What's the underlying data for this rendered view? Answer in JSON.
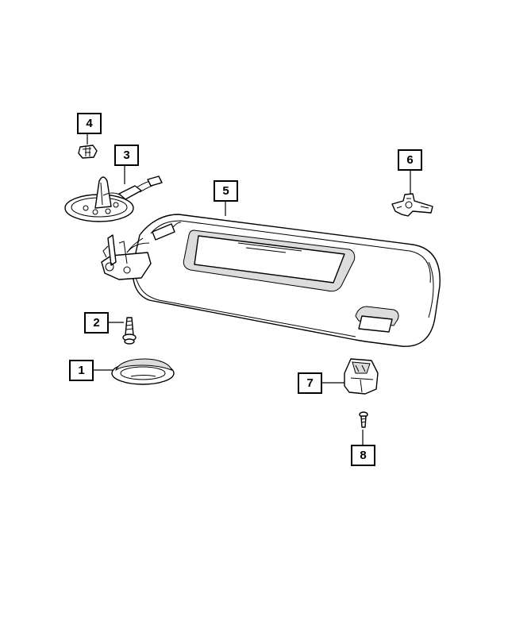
{
  "callouts": [
    {
      "id": "1",
      "label": "1"
    },
    {
      "id": "2",
      "label": "2"
    },
    {
      "id": "3",
      "label": "3"
    },
    {
      "id": "4",
      "label": "4"
    },
    {
      "id": "5",
      "label": "5"
    },
    {
      "id": "6",
      "label": "6"
    },
    {
      "id": "7",
      "label": "7"
    },
    {
      "id": "8",
      "label": "8"
    }
  ],
  "colors": {
    "line": "#000000",
    "background": "#ffffff",
    "shade": "#dcdcdc"
  }
}
